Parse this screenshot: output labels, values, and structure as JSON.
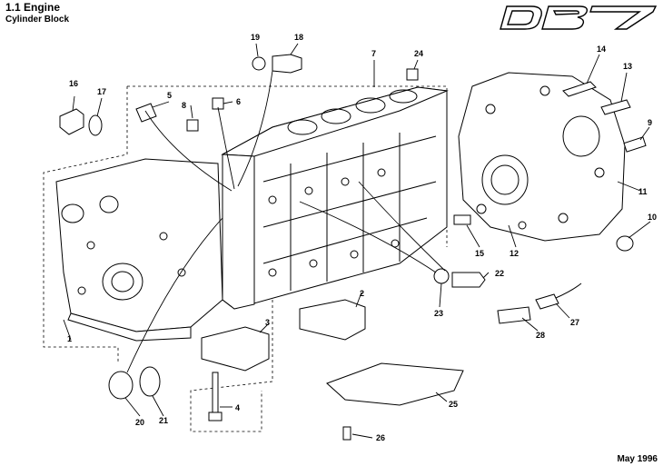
{
  "header": {
    "title": "1.1  Engine",
    "subtitle": "Cylinder Block"
  },
  "logo": {
    "text": "DB7"
  },
  "footer": {
    "date": "May  1996"
  },
  "callouts": [
    "1",
    "2",
    "3",
    "4",
    "5",
    "6",
    "7",
    "8",
    "9",
    "10",
    "11",
    "12",
    "13",
    "14",
    "15",
    "16",
    "17",
    "18",
    "19",
    "20",
    "21",
    "22",
    "23",
    "24",
    "25",
    "26",
    "27",
    "28"
  ]
}
